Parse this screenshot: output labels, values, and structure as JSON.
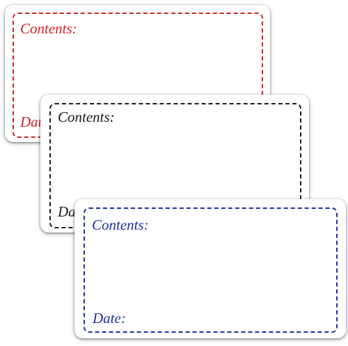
{
  "labels": [
    {
      "id": "red",
      "color": "#d42128",
      "contents": "Contents:",
      "date": "Date:"
    },
    {
      "id": "black",
      "color": "#1a1a1a",
      "contents": "Contents:",
      "date": "Date:"
    },
    {
      "id": "blue",
      "color": "#1f2fa3",
      "contents": "Contents:",
      "date": "Date:"
    }
  ]
}
